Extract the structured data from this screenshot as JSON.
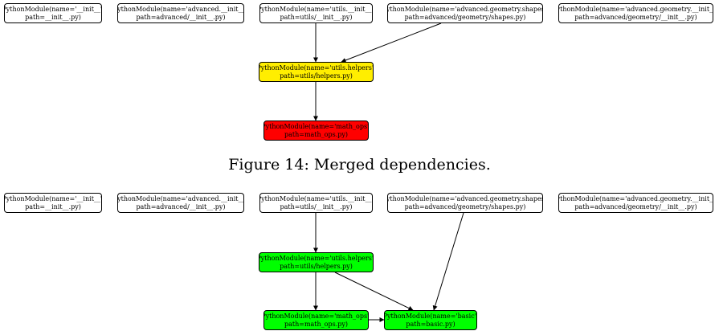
{
  "colors": {
    "default": "#ffffff",
    "yellow": "#ffee00",
    "red": "#ff0000",
    "green": "#00ff00",
    "border": "#000000"
  },
  "caption": "Figure 14: Merged dependencies.",
  "graphs": [
    {
      "nodes": [
        {
          "id": "g1_init",
          "line1": "PythonModule(name='__init__',",
          "line2": "path=__init__.py)",
          "color": "default"
        },
        {
          "id": "g1_adv_init",
          "line1": "PythonModule(name='advanced.__init__',",
          "line2": "path=advanced/__init__.py)",
          "color": "default"
        },
        {
          "id": "g1_utils_init",
          "line1": "PythonModule(name='utils.__init__',",
          "line2": "path=utils/__init__.py)",
          "color": "default"
        },
        {
          "id": "g1_shapes",
          "line1": "PythonModule(name='advanced.geometry.shapes',",
          "line2": "path=advanced/geometry/shapes.py)",
          "color": "default"
        },
        {
          "id": "g1_geo_init",
          "line1": "PythonModule(name='advanced.geometry.__init__',",
          "line2": "path=advanced/geometry/__init__.py)",
          "color": "default"
        },
        {
          "id": "g1_helpers",
          "line1": "PythonModule(name='utils.helpers',",
          "line2": "path=utils/helpers.py)",
          "color": "yellow"
        },
        {
          "id": "g1_math",
          "line1": "PythonModule(name='math_ops',",
          "line2": "path=math_ops.py)",
          "color": "red"
        }
      ],
      "edges": [
        {
          "from": "g1_utils_init",
          "to": "g1_helpers"
        },
        {
          "from": "g1_shapes",
          "to": "g1_helpers"
        },
        {
          "from": "g1_helpers",
          "to": "g1_math"
        }
      ]
    },
    {
      "nodes": [
        {
          "id": "g2_init",
          "line1": "PythonModule(name='__init__',",
          "line2": "path=__init__.py)",
          "color": "default"
        },
        {
          "id": "g2_adv_init",
          "line1": "PythonModule(name='advanced.__init__',",
          "line2": "path=advanced/__init__.py)",
          "color": "default"
        },
        {
          "id": "g2_utils_init",
          "line1": "PythonModule(name='utils.__init__',",
          "line2": "path=utils/__init__.py)",
          "color": "default"
        },
        {
          "id": "g2_shapes",
          "line1": "PythonModule(name='advanced.geometry.shapes',",
          "line2": "path=advanced/geometry/shapes.py)",
          "color": "default"
        },
        {
          "id": "g2_geo_init",
          "line1": "PythonModule(name='advanced.geometry.__init__',",
          "line2": "path=advanced/geometry/__init__.py)",
          "color": "default"
        },
        {
          "id": "g2_helpers",
          "line1": "PythonModule(name='utils.helpers',",
          "line2": "path=utils/helpers.py)",
          "color": "green"
        },
        {
          "id": "g2_math",
          "line1": "PythonModule(name='math_ops',",
          "line2": "path=math_ops.py)",
          "color": "green"
        },
        {
          "id": "g2_basic",
          "line1": "PythonModule(name='basic',",
          "line2": "path=basic.py)",
          "color": "green"
        }
      ],
      "edges": [
        {
          "from": "g2_utils_init",
          "to": "g2_helpers"
        },
        {
          "from": "g2_helpers",
          "to": "g2_math"
        },
        {
          "from": "g2_helpers",
          "to": "g2_basic"
        },
        {
          "from": "g2_shapes",
          "to": "g2_basic"
        },
        {
          "from": "g2_math",
          "to": "g2_basic"
        }
      ]
    }
  ]
}
